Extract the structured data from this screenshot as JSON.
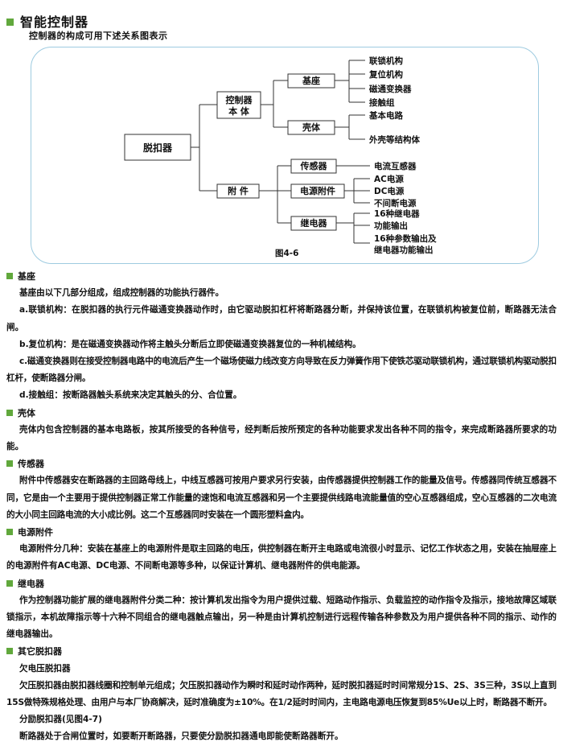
{
  "header": {
    "title": "智能控制器",
    "subtitle": "控制器的构成可用下述关系图表示"
  },
  "diagram": {
    "caption": "图4-6",
    "root": "脱扣器",
    "body": {
      "label_line1": "控制器",
      "label_line2": "本  体",
      "base": {
        "label": "基座",
        "items": [
          "联锁机构",
          "复位机构",
          "磁通变换器",
          "接触组"
        ]
      },
      "shell": {
        "label": "壳体",
        "items": [
          "基本电路",
          "外壳等结构体"
        ]
      }
    },
    "accessory": {
      "label": "附  件",
      "sensor": {
        "label": "传感器",
        "items": [
          "电流互感器"
        ]
      },
      "power": {
        "label": "电源附件",
        "items": [
          "AC电源",
          "DC电源",
          "不间断电源"
        ]
      },
      "relay": {
        "label": "继电器",
        "items": [
          "16种继电器",
          "功能输出",
          "16种参数输出及",
          "继电器功能输出"
        ]
      }
    }
  },
  "sections": {
    "base": {
      "title": "基座",
      "intro": "基座由以下几部分组成，组成控制器的功能执行器件。",
      "a": "a.联锁机构：在脱扣器的执行元件磁通变换器动作时，由它驱动脱扣杠杆将断路器分断，并保持该位置，在联锁机构被复位前，断路器无法合闸。",
      "b": "b.复位机构：是在磁通变换器动作将主触头分断后立即使磁通变换器复位的一种机械结构。",
      "c": "c.磁通变换器则在接受控制器电路中的电流后产生一个磁场使磁力线改变方向导致在反力弹簧作用下使铁芯驱动联锁机构，通过联锁机构驱动脱扣杠杆，使断路器分闸。",
      "d": "d.接触组：按断路器触头系统来决定其触头的分、合位置。"
    },
    "shell": {
      "title": "壳体",
      "text": "壳体内包含控制器的基本电路板，按其所接受的各种信号，经判断后按所预定的各种功能要求发出各种不同的指令，来完成断路器所要求的功能。"
    },
    "sensor": {
      "title": "传感器",
      "text": "附件中传感器安在断路器的主回路母线上，中线互感器可按用户要求另行安装，由传感器提供控制器工作的能量及信号。传感器同传统互感器不同，它是由一个主要用于提供控制器正常工作能量的速饱和电流互感器和另一个主要提供线路电流能量值的空心互感器组成，空心互感器的二次电流的大小同主回路电流的大小成比例。这二个互感器同时安装在一个圆形塑料盒内。"
    },
    "power": {
      "title": "电源附件",
      "text": "电源附件分几种：安装在基座上的电源附件是取主回路的电压，供控制器在断开主电路或电流很小时显示、记忆工作状态之用，安装在抽屉座上的电源附件有AC电源、DC电源、不间断电源等多种，以保证计算机、继电器附件的供电能源。"
    },
    "relay": {
      "title": "继电器",
      "text": "作为控制器功能扩展的继电器附件分类二种：按计算机发出指令为用户提供过载、短路动作指示、负载监控的动作指令及指示，接地故障区域联锁指示，本机故障指示等十六种不同组合的继电器触点输出，另一种是由计算机控制进行远程传输各种参数及为用户提供各种不同的指示、动作的继电器输出。"
    },
    "other": {
      "title": "其它脱扣器",
      "undervoltage_title": "欠电压脱扣器",
      "undervoltage_text": "欠压脱扣器由脱扣器线圈和控制单元组成；欠压脱扣器动作为瞬时和延时动作两种，延时脱扣器延时时间常规分1S、2S、3S三种，3S以上直到15S做特殊规格处理、由用户与本厂协商解决，延时准确度为±10%。在1/2延时时间内，主电路电源电压恢复到85%Ue以上时，断路器不断开。",
      "shunt_title": "分励脱扣器(见图4-7)",
      "shunt_text": "断路器处于合闸位置时，如要断开断路器，只要使分励脱扣器通电即能使断路器断开。"
    }
  },
  "colors": {
    "bullet": "#61a83c",
    "frame": "#9ecbe0",
    "text": "#111111"
  }
}
